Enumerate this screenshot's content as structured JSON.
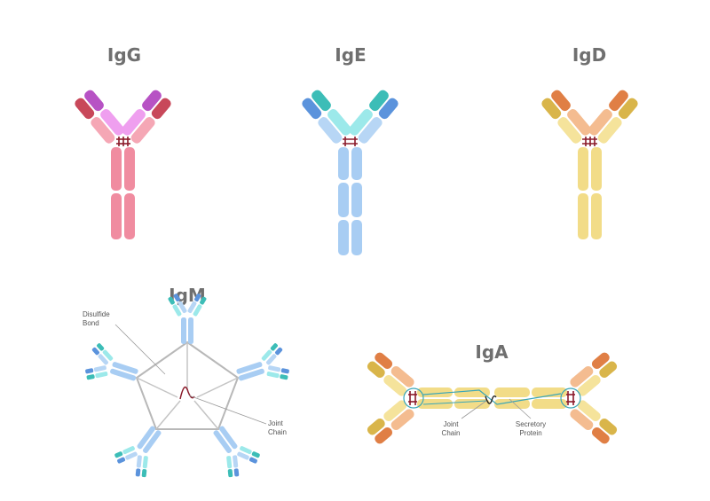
{
  "titles": {
    "igg": "IgG",
    "ige": "IgE",
    "igd": "IgD",
    "igm": "IgM",
    "iga": "IgA"
  },
  "labels": {
    "disulfide_1": "Disulfide",
    "disulfide_2": "Bond",
    "joint_chain_1": "Joint",
    "joint_chain_2": "Chain",
    "iga_joint_1": "Joint",
    "iga_joint_2": "Chain",
    "secretory_1": "Secretory",
    "secretory_2": "Protein"
  },
  "colors": {
    "igg": {
      "heavy": "#f08ca0",
      "heavy_dark": "#c8485a",
      "light": "#dd7fe0",
      "light_dark": "#b752c4"
    },
    "ige": {
      "heavy": "#a8cdf3",
      "heavy_dark": "#5b93dc",
      "light": "#86e4e4",
      "light_dark": "#3cbdb7"
    },
    "igd": {
      "heavy": "#f2dc88",
      "heavy_dark": "#d9b54a",
      "light": "#f2b07e",
      "light_dark": "#e07f45"
    },
    "disulfide": "#8a1a2a",
    "connector": "#b8b8b8",
    "secretory": "#3aa6b8"
  }
}
